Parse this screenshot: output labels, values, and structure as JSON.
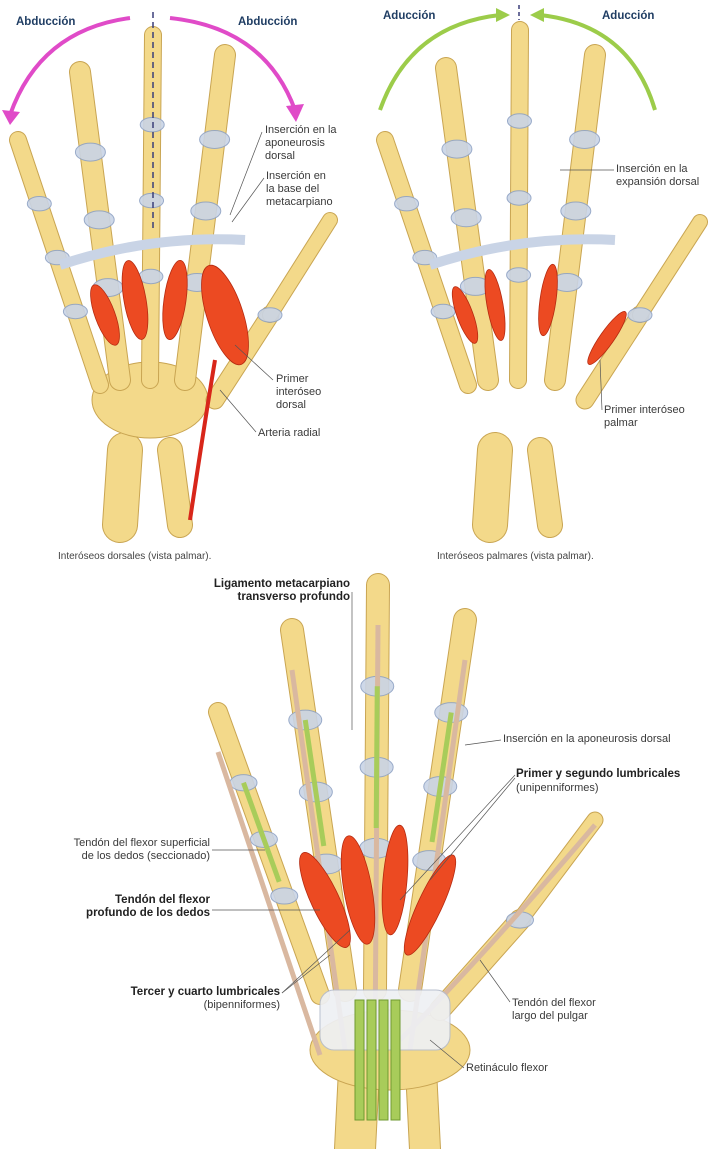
{
  "top_left": {
    "abduction_left": "Abducción",
    "abduction_right": "Abducción",
    "labels": [
      "Inserción en la",
      "aponeurosis",
      "dorsal"
    ],
    "label2": [
      "Inserción en",
      "la base del",
      "metacarpiano"
    ],
    "label3": [
      "Primer",
      "interóseo",
      "dorsal"
    ],
    "label4": "Arteria radial",
    "caption": "Interóseos dorsales (vista palmar).",
    "arrow_color": "#e04bc8"
  },
  "top_right": {
    "adduction_left": "Aducción",
    "adduction_right": "Aducción",
    "label1": [
      "Inserción en la",
      "expansión dorsal"
    ],
    "label2": [
      "Primer interóseo",
      "palmar"
    ],
    "caption": "Interóseos palmares (vista palmar).",
    "arrow_color": "#9ccc4a"
  },
  "bottom": {
    "lig": [
      "Ligamento metacarpiano",
      "transverso profundo"
    ],
    "apon": "Inserción en la aponeurosis dorsal",
    "lum12": "Primer y segundo lumbricales",
    "lum12_sub": "(unipenniformes)",
    "flex_sup": [
      "Tendón del flexor superficial",
      "de los dedos (seccionado)"
    ],
    "flex_prof": [
      "Tendón del flexor",
      "profundo de los dedos"
    ],
    "lum34": "Tercer y cuarto lumbricales",
    "lum34_sub": "(bipenniformes)",
    "flex_long": [
      "Tendón del flexor",
      "largo del pulgar"
    ],
    "retin": "Retináculo flexor"
  },
  "colors": {
    "bone": "#f3d98a",
    "muscle": "#ec4a22",
    "ligament": "#c9d4e6",
    "tendon": "#a8cc5a"
  }
}
